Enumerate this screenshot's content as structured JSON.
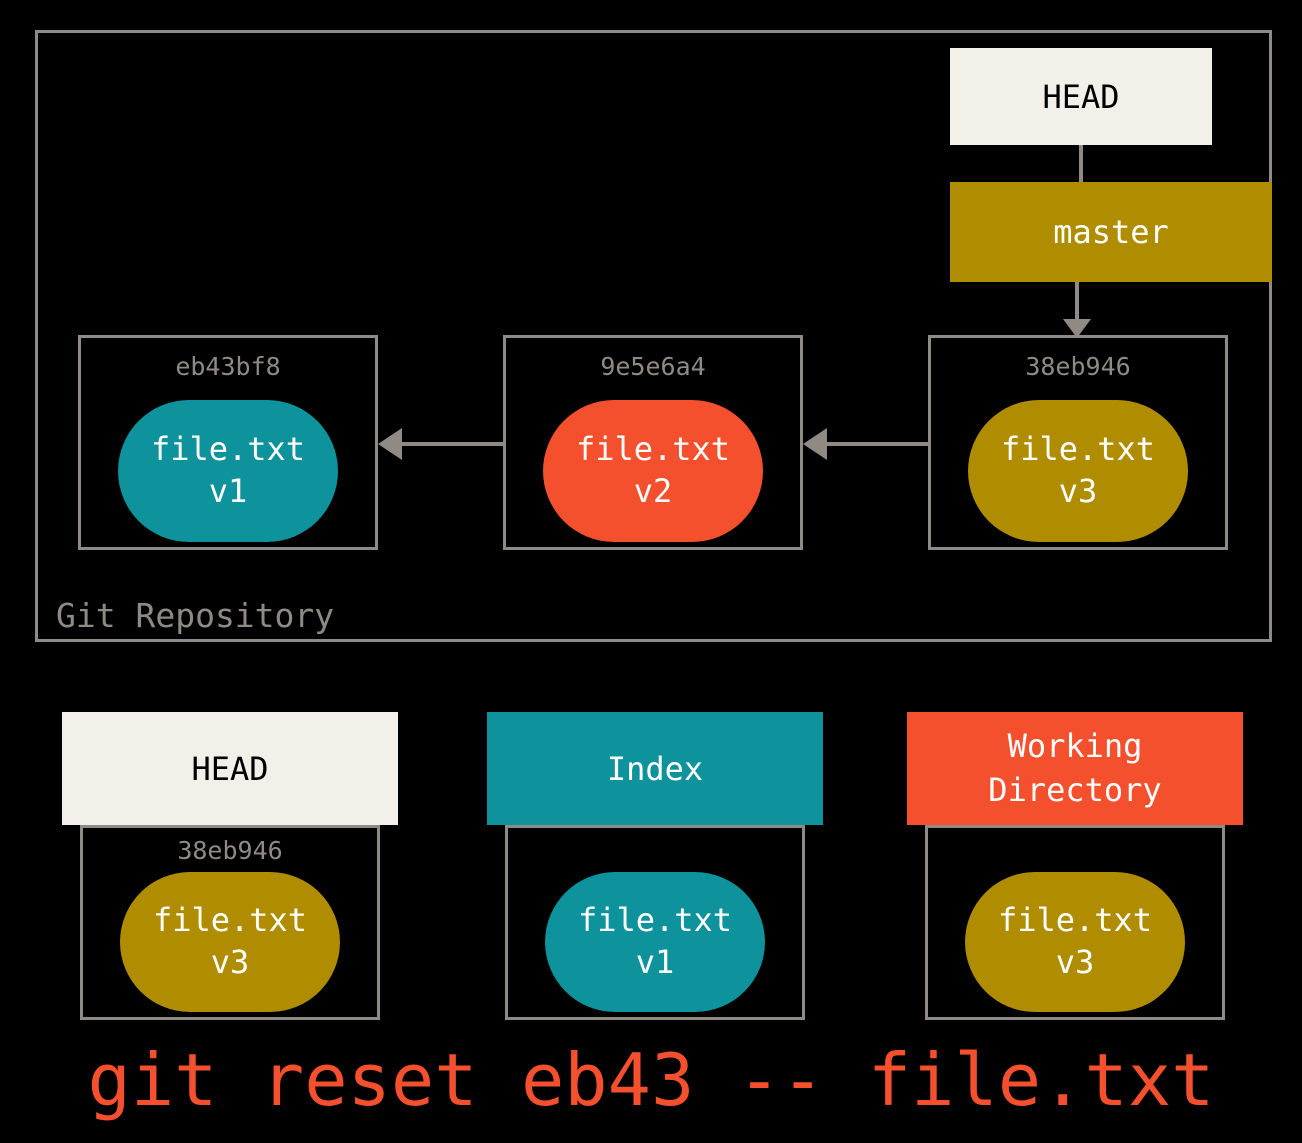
{
  "colors": {
    "background": "#000000",
    "gray": "#8f8a84",
    "offwhite": "#f2f0e9",
    "gold": "#b08d00",
    "teal": "#0e929c",
    "orange": "#f4502e",
    "black": "#000000",
    "white": "#ffffff"
  },
  "repository": {
    "label": "Git Repository",
    "head": {
      "label": "HEAD"
    },
    "branch": {
      "label": "master"
    },
    "commits": [
      {
        "hash": "eb43bf8",
        "file": "file.txt",
        "version": "v1",
        "color": "#0e929c"
      },
      {
        "hash": "9e5e6a4",
        "file": "file.txt",
        "version": "v2",
        "color": "#f4502e"
      },
      {
        "hash": "38eb946",
        "file": "file.txt",
        "version": "v3",
        "color": "#b08d00"
      }
    ]
  },
  "areas": [
    {
      "title": "HEAD",
      "bg": "#f2f0e9",
      "fg": "#000000",
      "hash": "38eb946",
      "file": "file.txt",
      "version": "v3",
      "pill_color": "#b08d00"
    },
    {
      "title": "Index",
      "bg": "#0e929c",
      "fg": "#ffffff",
      "file": "file.txt",
      "version": "v1",
      "pill_color": "#0e929c"
    },
    {
      "title": "Working Directory",
      "bg": "#f4502e",
      "fg": "#ffffff",
      "file": "file.txt",
      "version": "v3",
      "pill_color": "#b08d00"
    }
  ],
  "command": {
    "text": "git reset eb43 -- file.txt",
    "color": "#f4502e"
  }
}
